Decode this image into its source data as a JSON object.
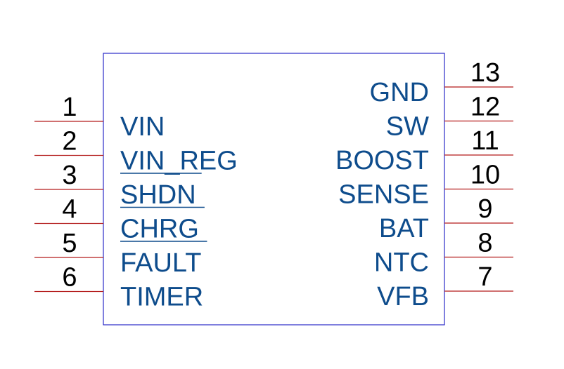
{
  "component": {
    "left_pins": [
      {
        "number": "1",
        "label": "VIN",
        "overbar": false
      },
      {
        "number": "2",
        "label": "VIN_REG",
        "overbar": false
      },
      {
        "number": "3",
        "label": "SHDN",
        "overbar": true
      },
      {
        "number": "4",
        "label": "CHRG",
        "overbar": true
      },
      {
        "number": "5",
        "label": "FAULT",
        "overbar": true
      },
      {
        "number": "6",
        "label": "TIMER",
        "overbar": false
      }
    ],
    "right_pins": [
      {
        "number": "13",
        "label": "GND",
        "overbar": false
      },
      {
        "number": "12",
        "label": "SW",
        "overbar": false
      },
      {
        "number": "11",
        "label": "BOOST",
        "overbar": false
      },
      {
        "number": "10",
        "label": "SENSE",
        "overbar": false
      },
      {
        "number": "9",
        "label": "BAT",
        "overbar": false
      },
      {
        "number": "8",
        "label": "NTC",
        "overbar": false
      },
      {
        "number": "7",
        "label": "VFB",
        "overbar": false
      }
    ]
  },
  "colors": {
    "pin_line": "#b31b1b",
    "body_outline": "#2a2ac8",
    "label_text": "#0e4c8c",
    "number_text": "#000000"
  }
}
